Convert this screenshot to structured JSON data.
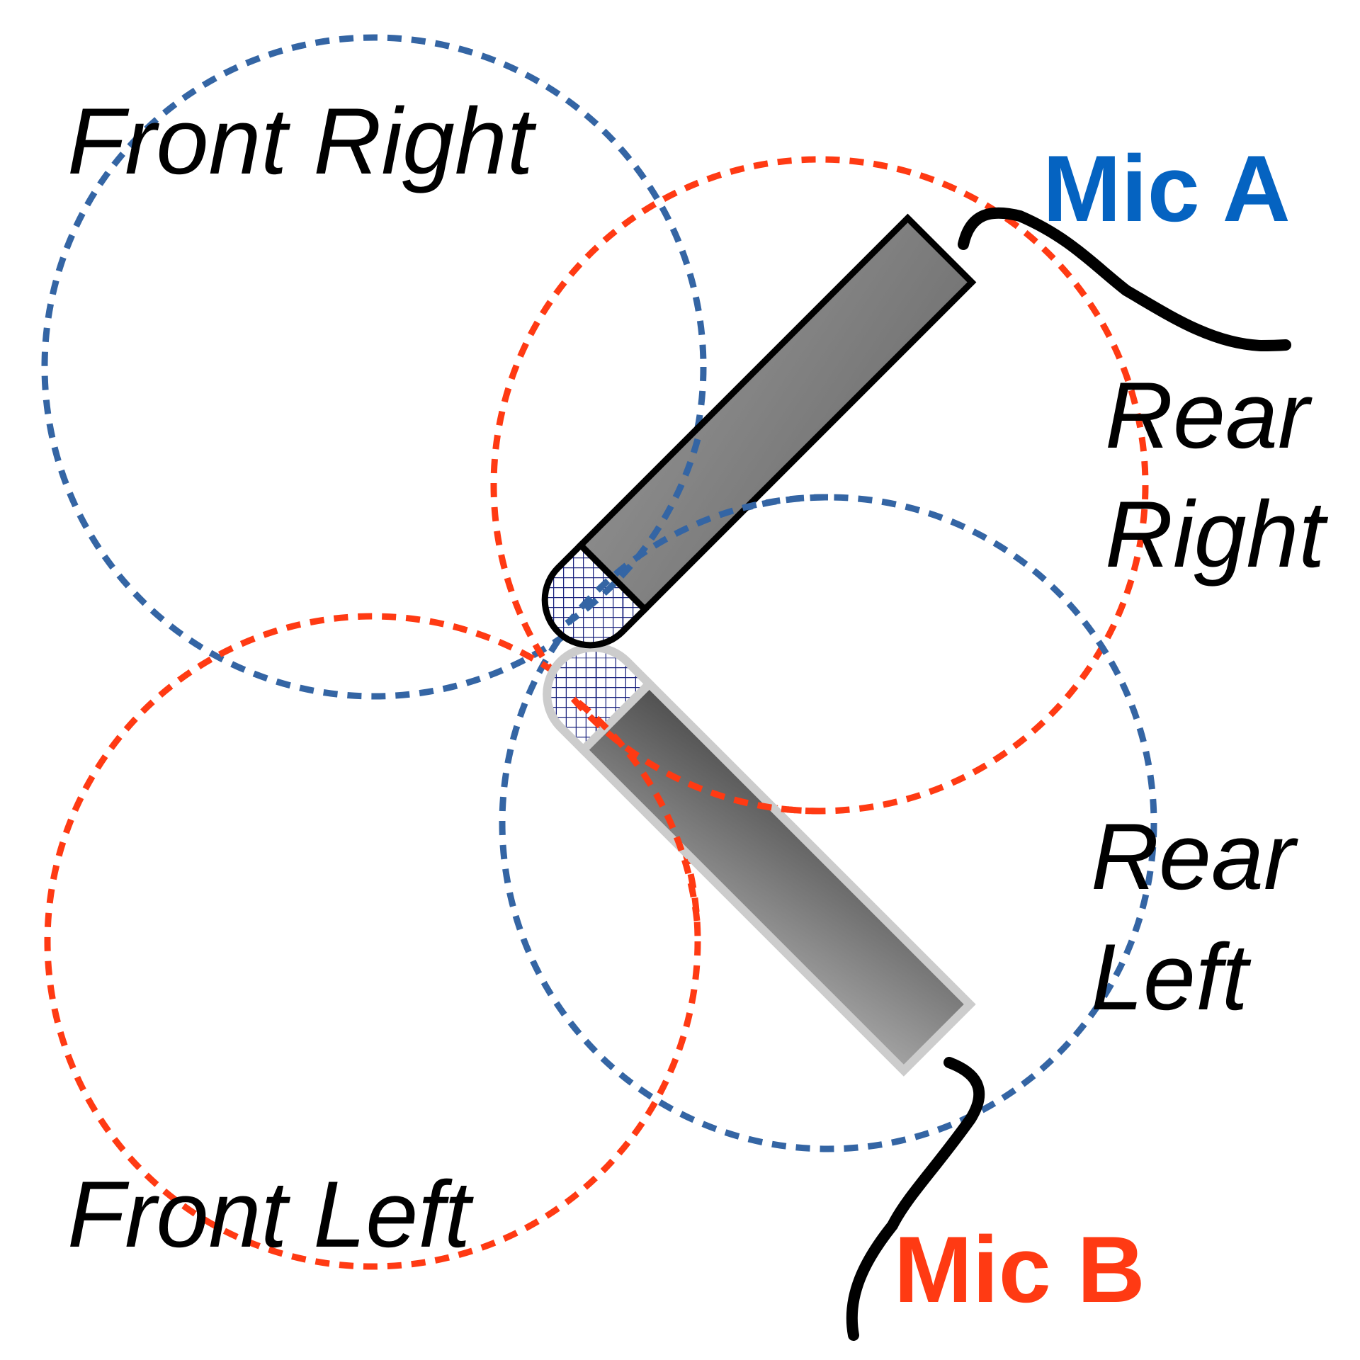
{
  "labels": {
    "front_right": "Front Right",
    "rear_right_line1": "Rear",
    "rear_right_line2": "Right",
    "rear_left_line1": "Rear",
    "rear_left_line2": "Left",
    "front_left": "Front Left",
    "mic_a": "Mic A",
    "mic_b": "Mic B"
  },
  "colors": {
    "mic_a": "#0563c1",
    "mic_b": "#ff3a13",
    "lobe_blue": "#3465a4",
    "lobe_red": "#ff3a13",
    "mic_body_a": "#808080",
    "mic_body_b_dark": "#555555",
    "mic_body_b_light": "#a0a0a0",
    "grille": "#1a237e",
    "cable": "#000000"
  }
}
